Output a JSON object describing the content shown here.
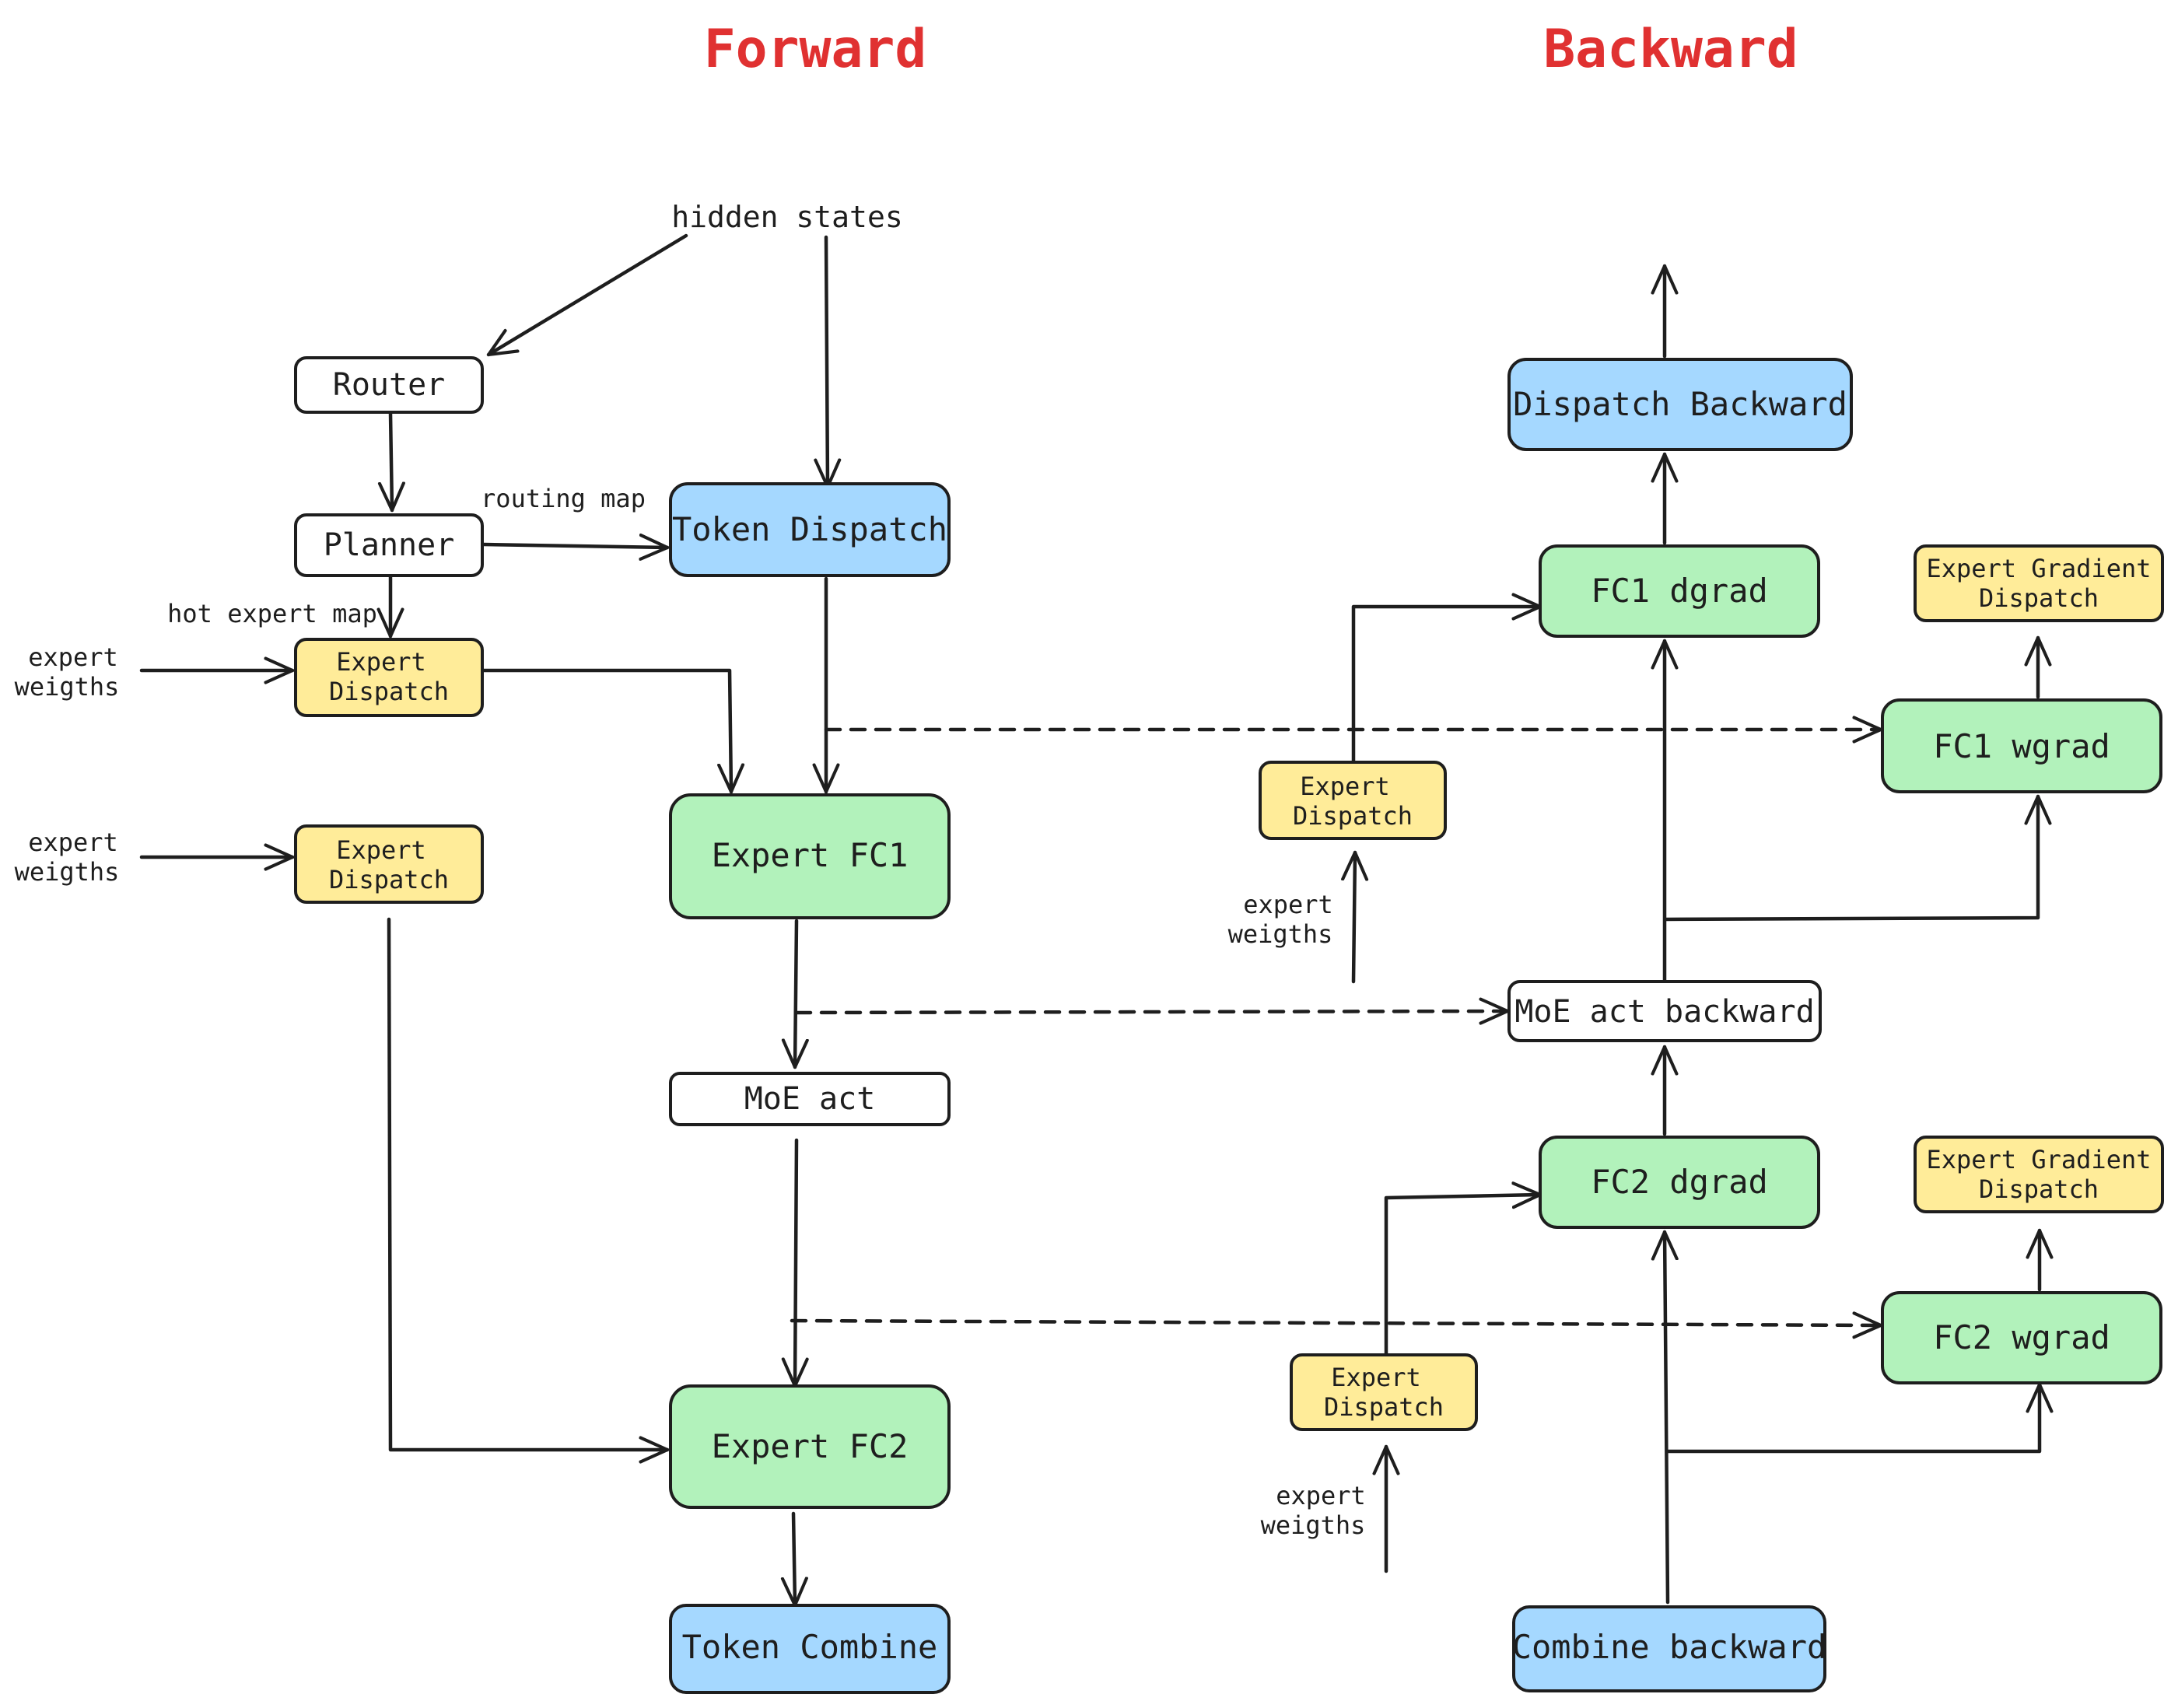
{
  "titles": {
    "forward": "Forward",
    "backward": "Backward"
  },
  "colors": {
    "blue": "#a5d8ff",
    "green": "#b2f2bb",
    "yellow": "#ffec99",
    "white": "#ffffff",
    "stroke": "#1e1e1e",
    "title": "#e03131"
  },
  "forward": {
    "hidden_states": "hidden states",
    "router": "Router",
    "planner": "Planner",
    "routing_map": "routing map",
    "hot_expert_map": "hot expert map",
    "token_dispatch": "Token Dispatch",
    "expert_weights_1": [
      "expert",
      "weigths"
    ],
    "expert_dispatch_1": [
      "Expert",
      "Dispatch"
    ],
    "expert_weights_2": [
      "expert",
      "weigths"
    ],
    "expert_dispatch_2": [
      "Expert",
      "Dispatch"
    ],
    "expert_fc1": "Expert FC1",
    "moe_act": "MoE act",
    "expert_fc2": "Expert FC2",
    "token_combine": "Token Combine"
  },
  "backward": {
    "dispatch_backward": "Dispatch Backward",
    "fc1_dgrad": "FC1 dgrad",
    "expert_gradient_dispatch_1": [
      "Expert Gradient",
      "Dispatch"
    ],
    "fc1_wgrad": "FC1 wgrad",
    "expert_dispatch_1": [
      "Expert",
      "Dispatch"
    ],
    "expert_weights_1": [
      "expert",
      "weigths"
    ],
    "moe_act_backward": "MoE act backward",
    "fc2_dgrad": "FC2 dgrad",
    "expert_gradient_dispatch_2": [
      "Expert Gradient",
      "Dispatch"
    ],
    "fc2_wgrad": "FC2 wgrad",
    "expert_dispatch_2": [
      "Expert",
      "Dispatch"
    ],
    "expert_weights_2": [
      "expert",
      "weigths"
    ],
    "combine_backward": "Combine backward"
  }
}
